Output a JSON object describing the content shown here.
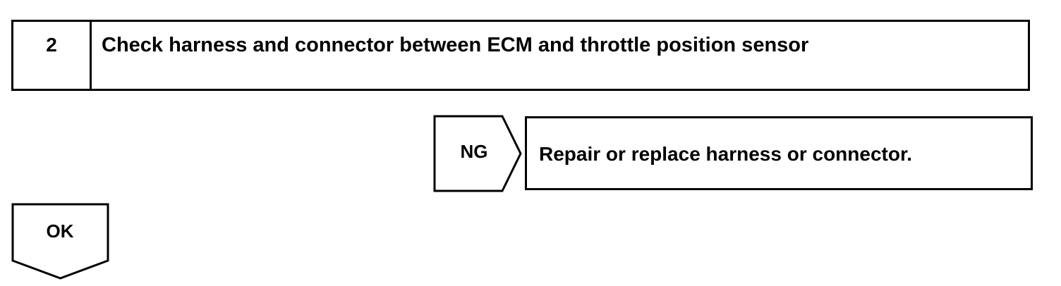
{
  "step": {
    "number": "2",
    "title": "Check harness and connector between ECM and throttle position sensor"
  },
  "ng_branch": {
    "label": "NG",
    "action": "Repair or replace harness or connector."
  },
  "ok_branch": {
    "label": "OK"
  }
}
